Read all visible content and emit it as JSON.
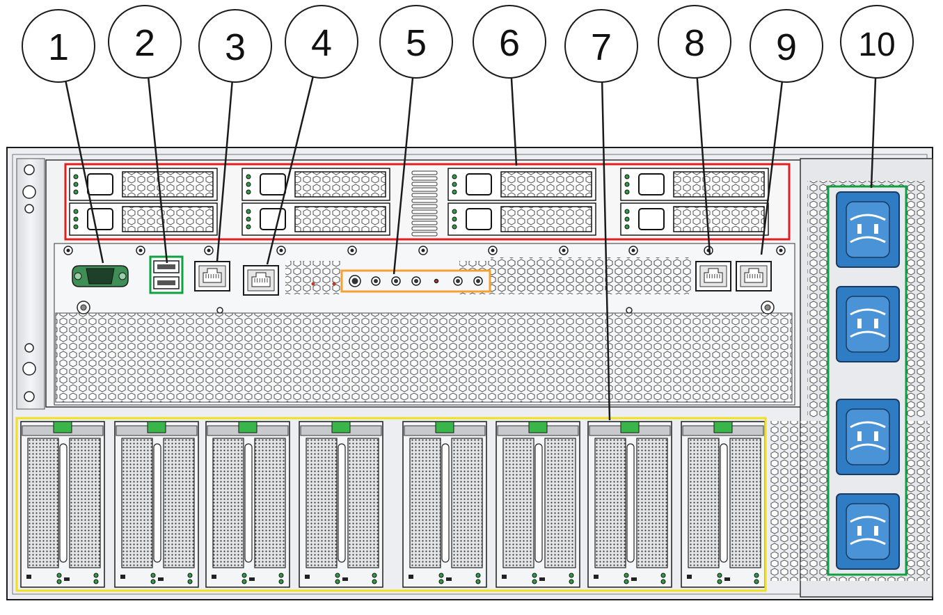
{
  "callouts": [
    {
      "label": "1",
      "target": "vga-port"
    },
    {
      "label": "2",
      "target": "usb-ports"
    },
    {
      "label": "3",
      "target": "serial-mgt-port"
    },
    {
      "label": "4",
      "target": "net-mgt-port"
    },
    {
      "label": "5",
      "target": "status-indicators"
    },
    {
      "label": "6",
      "target": "drive-bays"
    },
    {
      "label": "7",
      "target": "pcie-card-slots"
    },
    {
      "label": "8",
      "target": "network-port-a"
    },
    {
      "label": "9",
      "target": "network-port-b"
    },
    {
      "label": "10",
      "target": "power-inlets"
    }
  ],
  "colors": {
    "drive_outline": "#e02020",
    "usb_outline": "#10a040",
    "indicator_outline": "#f5a030",
    "pcie_outline": "#f0e020",
    "power_outline": "#10a040",
    "pcie_latch": "#39b54a",
    "power_inlet": "#2e7cc4",
    "chassis": "#eceef2",
    "line": "#1a1a1a"
  },
  "counts": {
    "drive_bays": 8,
    "pcie_slots": 8,
    "power_inlets": 4,
    "usb_ports": 2,
    "indicator_leds": 7
  },
  "icons": [
    "vga-connector-icon",
    "usb-connector-icon",
    "rj45-connector-icon",
    "power-inlet-icon",
    "led-indicator-icon"
  ]
}
